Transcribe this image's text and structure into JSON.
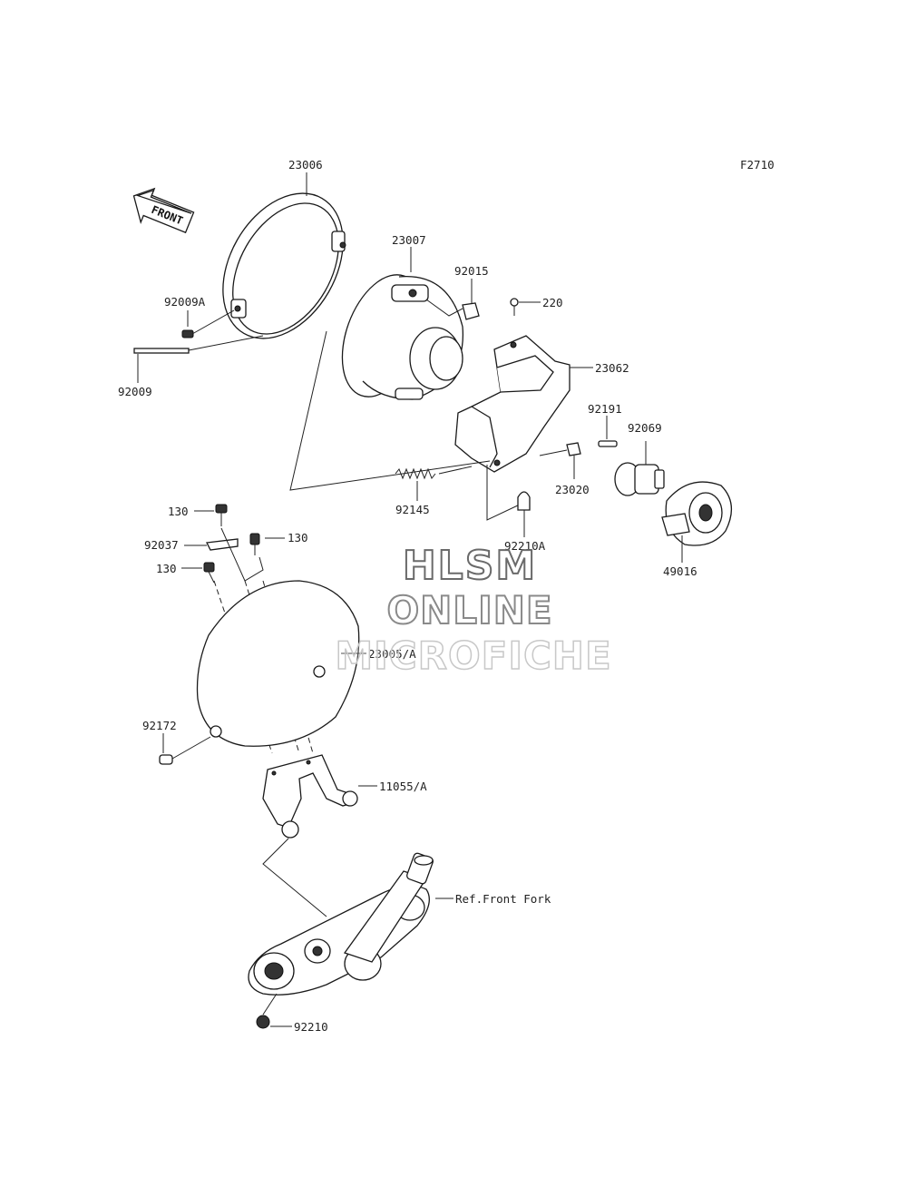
{
  "figure_code": "F2710",
  "front_label": "FRONT",
  "watermark": {
    "line1": "HLSM",
    "line2": "ONLINE",
    "line3": "MICROFICHE"
  },
  "parts": {
    "p23006": "23006",
    "p23007": "23007",
    "p92015": "92015",
    "p220": "220",
    "p92009A": "92009A",
    "p92009": "92009",
    "p23062": "23062",
    "p92191": "92191",
    "p92069": "92069",
    "p23020": "23020",
    "p92145": "92145",
    "p92210A": "92210A",
    "p49016": "49016",
    "p130a": "130",
    "p92037": "92037",
    "p130b": "130",
    "p130c": "130",
    "p23005A": "23005/A",
    "p92172": "92172",
    "p11055A": "11055/A",
    "pRefFork": "Ref.Front Fork",
    "p92210": "92210"
  }
}
